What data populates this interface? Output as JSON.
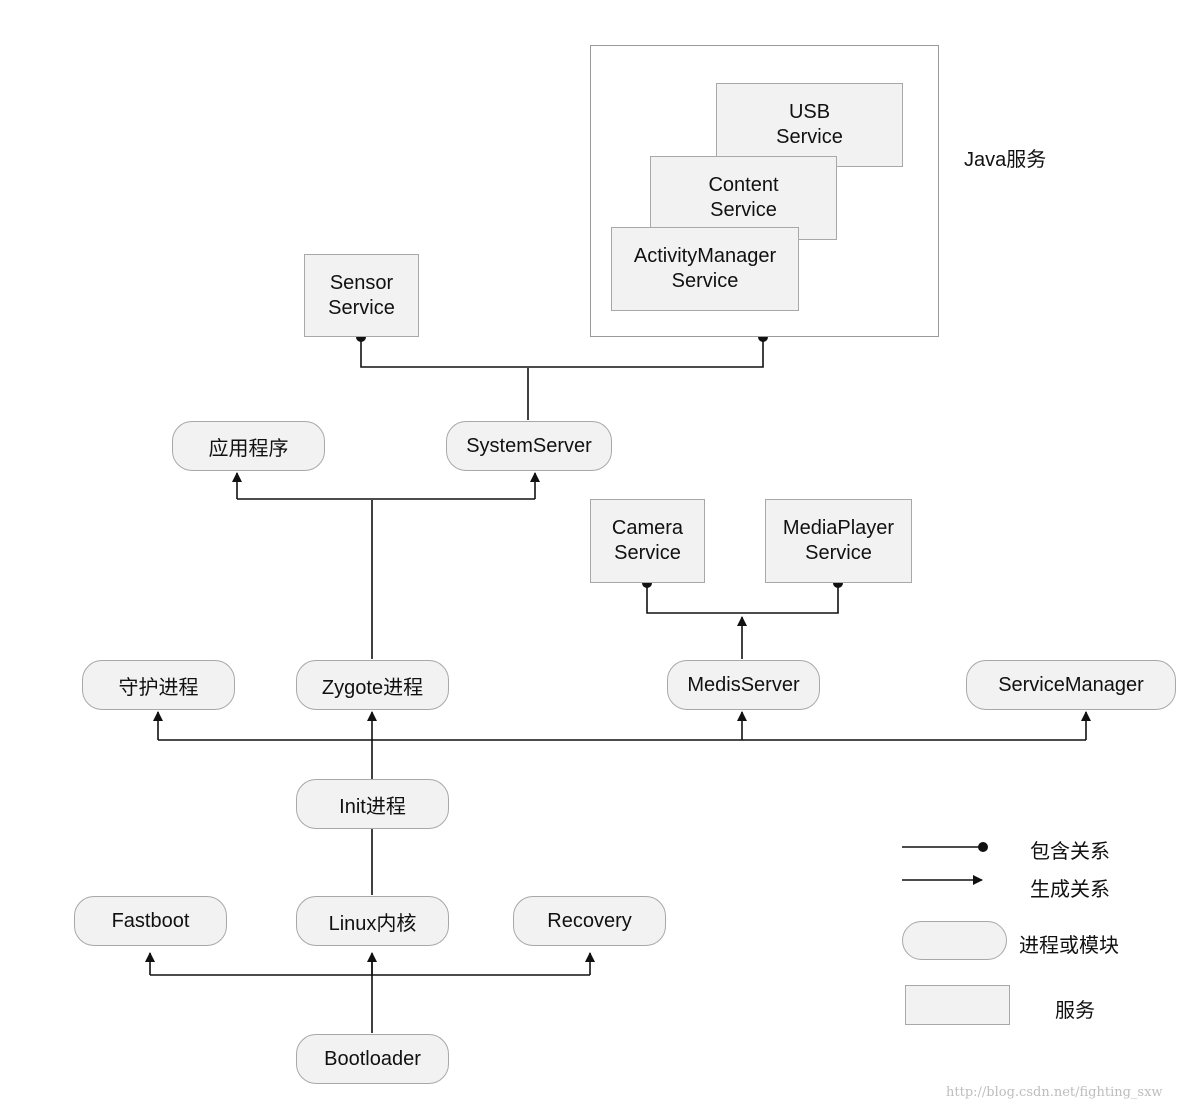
{
  "nodes": {
    "bootloader": "Bootloader",
    "fastboot": "Fastboot",
    "linux_kernel": "Linux内核",
    "recovery": "Recovery",
    "init": "Init进程",
    "daemon": "守护进程",
    "zygote": "Zygote进程",
    "medis_server": "MedisServer",
    "service_manager": "ServiceManager",
    "app": "应用程序",
    "system_server": "SystemServer"
  },
  "services": {
    "camera": [
      "Camera",
      "Service"
    ],
    "media_player": [
      "MediaPlayer",
      "Service"
    ],
    "sensor": [
      "Sensor",
      "Service"
    ],
    "usb": [
      "USB",
      "Service"
    ],
    "content": [
      "Content",
      "Service"
    ],
    "activity_manager": [
      "ActivityManager",
      "Service"
    ]
  },
  "java_group_label": "Java服务",
  "legend": {
    "contains": "包含关系",
    "generates": "生成关系",
    "process_or_module": "进程或模块",
    "service": "服务"
  },
  "watermark": "http://blog.csdn.net/fighting_sxw",
  "colors": {
    "box_fill": "#f2f2f2",
    "box_border": "#a8a8a8",
    "line": "#111111"
  }
}
